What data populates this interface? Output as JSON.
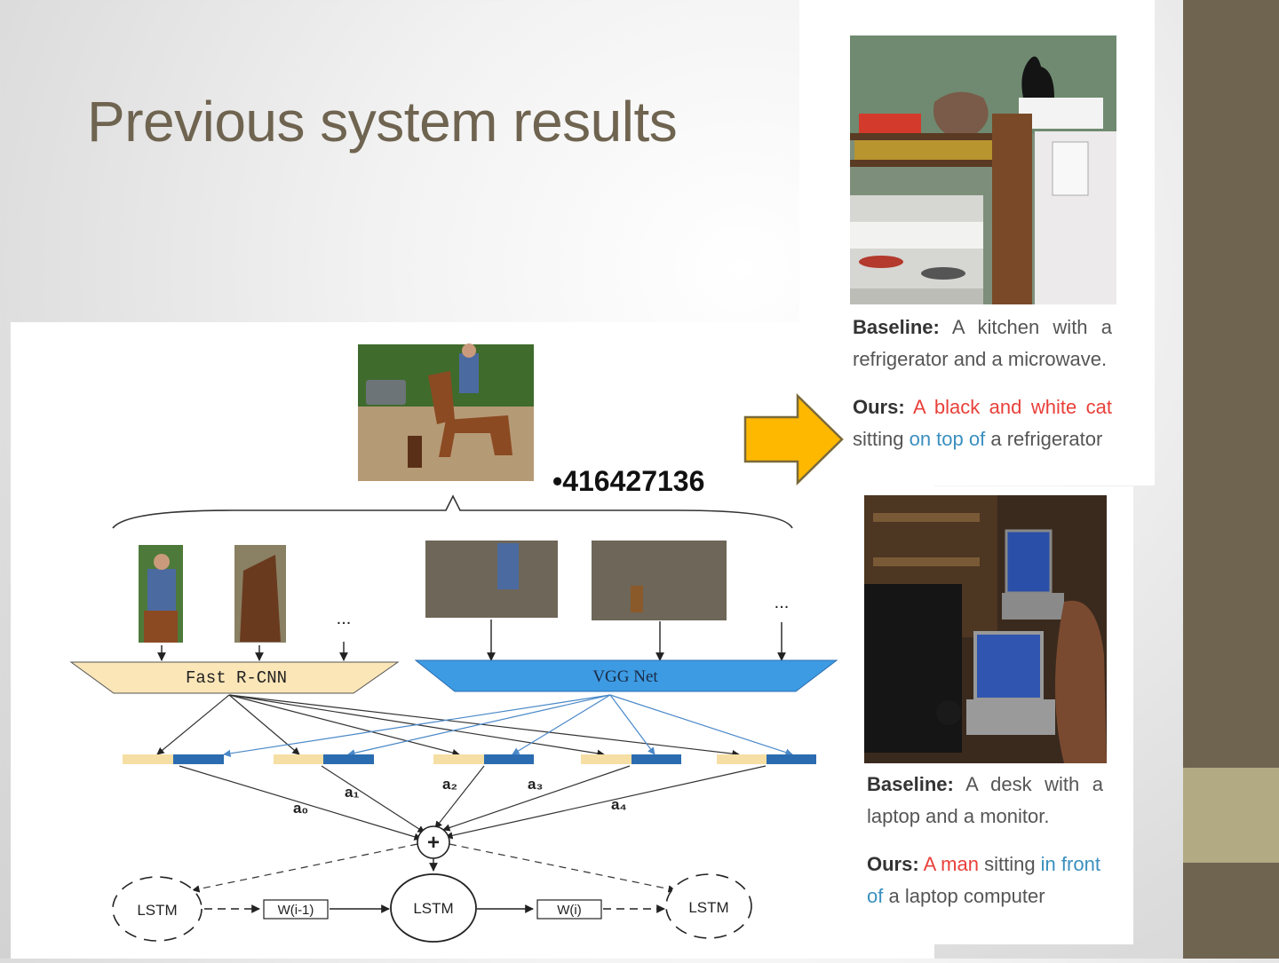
{
  "slide": {
    "title": "Previous system results",
    "page_number": "•416427136"
  },
  "diagram": {
    "extractor_left": "Fast R-CNN",
    "extractor_right": "VGG Net",
    "ellipsis": "...",
    "weights": [
      "a₀",
      "a₁",
      "a₂",
      "a₃",
      "a₄"
    ],
    "combiner": "+",
    "lstm_label": "LSTM",
    "w_prev": "W(i-1)",
    "w_curr": "W(i)"
  },
  "results": [
    {
      "baseline_label": "Baseline:",
      "baseline_text": "A kitchen with a refrigerator and a microwave.",
      "ours_label": "Ours:",
      "ours_parts": [
        {
          "text": "A black and white cat",
          "style": "red"
        },
        {
          "text": " sitting ",
          "style": "plain"
        },
        {
          "text": "on top of",
          "style": "teal"
        },
        {
          "text": " a refrigerator",
          "style": "plain"
        }
      ]
    },
    {
      "baseline_label": "Baseline:",
      "baseline_text": "A desk with a laptop and a monitor.",
      "ours_label": "Ours:",
      "ours_parts": [
        {
          "text": "A man",
          "style": "red"
        },
        {
          "text": " sitting ",
          "style": "plain"
        },
        {
          "text": "in front of",
          "style": "teal"
        },
        {
          "text": " a laptop computer",
          "style": "plain"
        }
      ]
    }
  ],
  "colors": {
    "theme_brown": "#6f6450",
    "theme_khaki": "#b2aa82",
    "fast_rcnn_fill": "#fbe6b8",
    "vgg_fill": "#3d9be3",
    "feature_blue": "#2b6cb0",
    "arrow_fill": "#ffb800"
  }
}
